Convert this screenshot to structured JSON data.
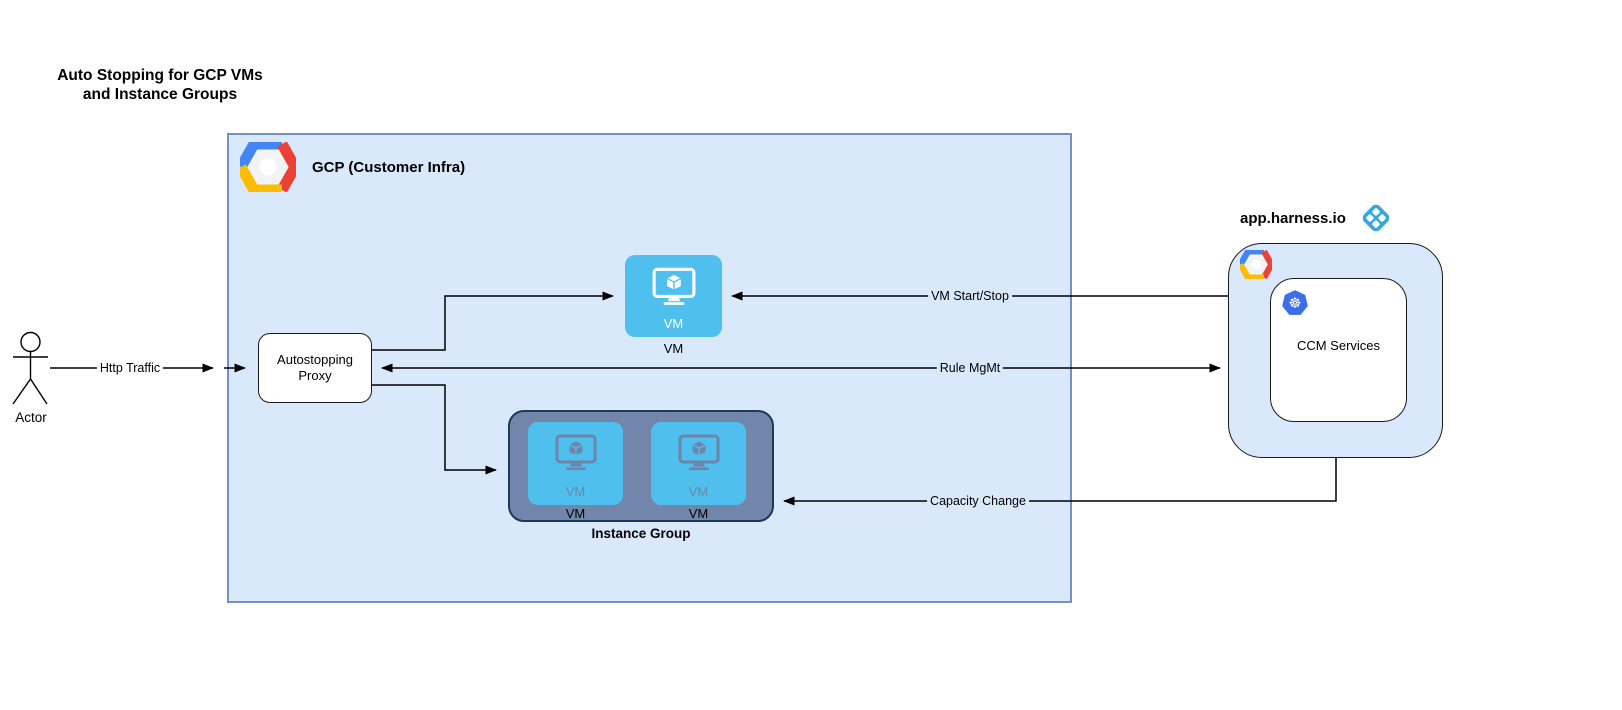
{
  "title": {
    "line1": "Auto Stopping for GCP VMs",
    "line2": "and Instance Groups"
  },
  "actor": {
    "label": "Actor"
  },
  "gcp": {
    "label": "GCP (Customer Infra)"
  },
  "proxy": {
    "label": "Autostopping Proxy"
  },
  "vm": {
    "icon_label": "VM",
    "caption": "VM"
  },
  "instance_group": {
    "caption": "Instance Group",
    "vms": [
      {
        "icon_label": "VM",
        "caption": "VM"
      },
      {
        "icon_label": "VM",
        "caption": "VM"
      }
    ]
  },
  "harness": {
    "domain": "app.harness.io",
    "ccm_label": "CCM Services"
  },
  "edges": {
    "http_traffic": "Http Traffic",
    "vm_start_stop": "VM Start/Stop",
    "rule_mgmt": "Rule MgMt",
    "capacity_change": "Capacity Change"
  },
  "icons": {
    "gcp_logo": "google-cloud-hexagon",
    "harness_logo": "harness-diamond-clover",
    "kubernetes_icon": "kubernetes-helm-wheel",
    "vm_icon": "monitor-with-cube",
    "actor_icon": "stick-figure"
  },
  "colors": {
    "gcp_box_fill": "#dae8fc",
    "gcp_box_border": "#7491c4",
    "vm_tile_fill": "#4fc0ee",
    "group_fill": "#7286ac",
    "group_border": "#1c3a54",
    "muted_icon": "#6e84a8",
    "harness_box_fill": "#dae8fc",
    "node_border": "#1a1a1a",
    "connector": "#000000",
    "k8s_blue": "#3b6de8",
    "harness_logo_blue": "#35a7dd",
    "gcp_blue": "#4285f4",
    "gcp_red": "#ea4335",
    "gcp_yellow": "#fbbc05"
  }
}
